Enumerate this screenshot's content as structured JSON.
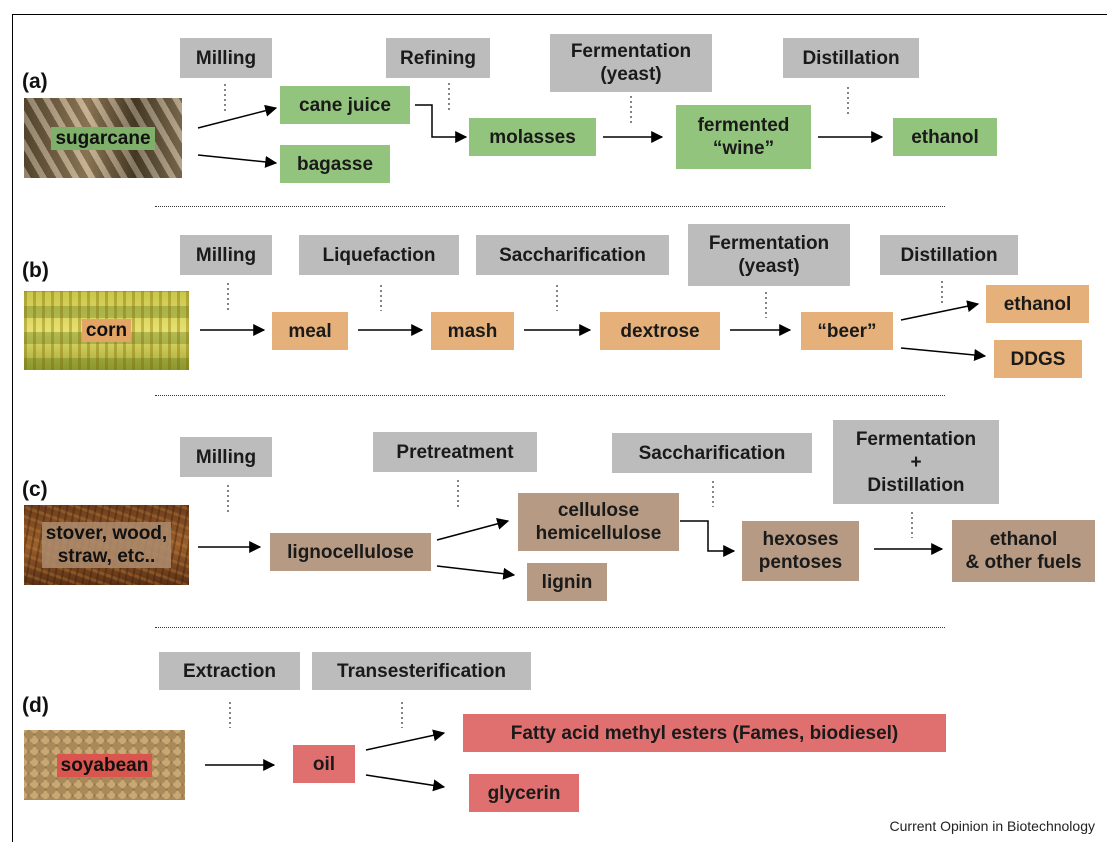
{
  "credit": "Current Opinion in Biotechnology",
  "colors": {
    "process_step": "#bcbcbc",
    "sugarcane_products": "#93c47d",
    "corn_products": "#e5b07a",
    "lignocellulose_products": "#b69a83",
    "soyabean_products": "#e06f6f"
  },
  "panel_a": {
    "label": "(a)",
    "feedstock": "sugarcane",
    "steps": {
      "milling": "Milling",
      "refining": "Refining",
      "fermentation": "Fermentation\n(yeast)",
      "distillation": "Distillation"
    },
    "nodes": {
      "cane_juice": "cane juice",
      "bagasse": "bagasse",
      "molasses": "molasses",
      "fermented_wine": "fermented\n“wine”",
      "ethanol": "ethanol"
    }
  },
  "panel_b": {
    "label": "(b)",
    "feedstock": "corn",
    "steps": {
      "milling": "Milling",
      "liquefaction": "Liquefaction",
      "saccharification": "Saccharification",
      "fermentation": "Fermentation\n(yeast)",
      "distillation": "Distillation"
    },
    "nodes": {
      "meal": "meal",
      "mash": "mash",
      "dextrose": "dextrose",
      "beer": "“beer”",
      "ethanol": "ethanol",
      "ddgs": "DDGS"
    }
  },
  "panel_c": {
    "label": "(c)",
    "feedstock": "stover, wood,\nstraw, etc..",
    "steps": {
      "milling": "Milling",
      "pretreatment": "Pretreatment",
      "saccharification": "Saccharification",
      "fermentation_distillation": "Fermentation\n+\nDistillation"
    },
    "nodes": {
      "lignocellulose": "lignocellulose",
      "cellulose": "cellulose\nhemicellulose",
      "lignin": "lignin",
      "hexoses": "hexoses\npentoses",
      "ethanol_fuels": "ethanol\n& other fuels"
    }
  },
  "panel_d": {
    "label": "(d)",
    "feedstock": "soyabean",
    "steps": {
      "extraction": "Extraction",
      "transesterification": "Transesterification"
    },
    "nodes": {
      "oil": "oil",
      "fames": "Fatty acid methyl esters (Fames, biodiesel)",
      "glycerin": "glycerin"
    }
  }
}
